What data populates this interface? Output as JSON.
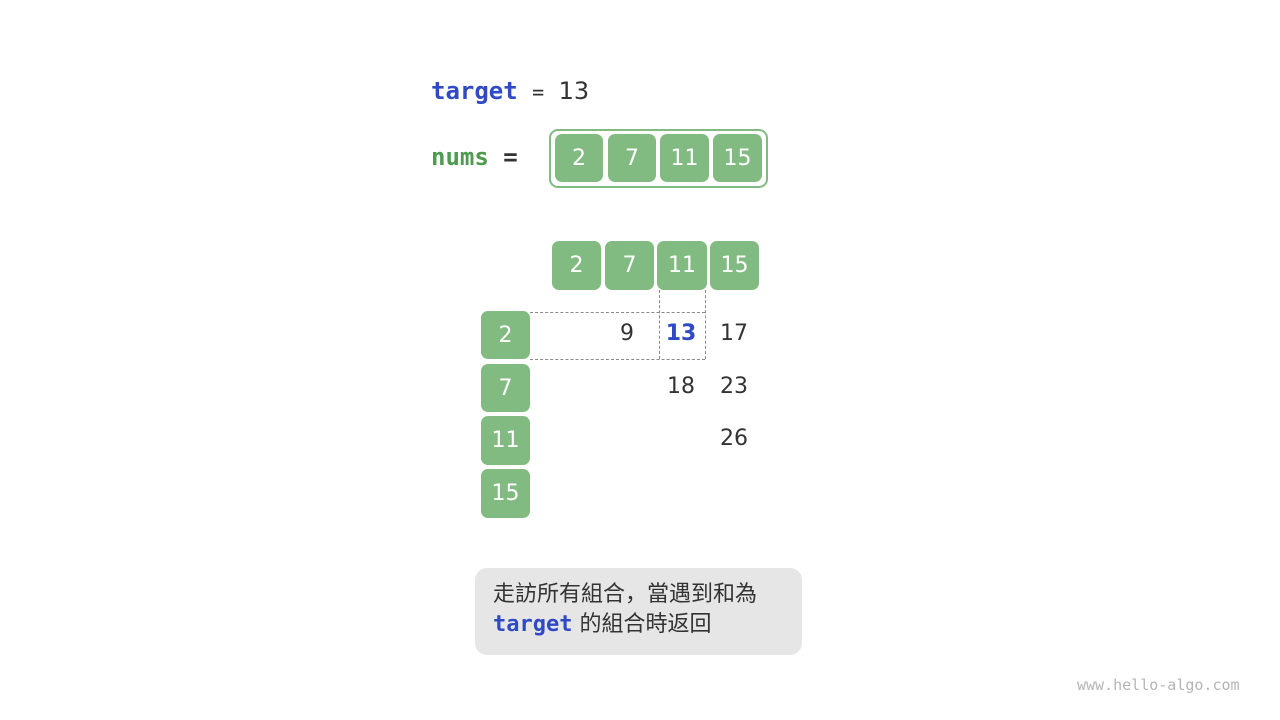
{
  "header": {
    "target_label": "target",
    "target_eq": "=",
    "target_value": "13",
    "nums_label": "nums",
    "nums_eq": "="
  },
  "nums": [
    "2",
    "7",
    "11",
    "15"
  ],
  "grid": {
    "col_headers": [
      "2",
      "7",
      "11",
      "15"
    ],
    "row_headers": [
      "2",
      "7",
      "11",
      "15"
    ],
    "cells": {
      "r0c1": "9",
      "r0c2": "13",
      "r0c3": "17",
      "r1c2": "18",
      "r1c3": "23",
      "r2c3": "26"
    },
    "highlight": {
      "row": 0,
      "col": 2,
      "color": "#2f4ac4"
    }
  },
  "caption": {
    "line1": "走訪所有組合，當遇到和為",
    "line2_keyword": "target",
    "line2_rest": " 的組合時返回"
  },
  "footer": {
    "watermark": "www.hello-algo.com"
  },
  "colors": {
    "box_fill": "#82bb82",
    "keyword_blue": "#2f4ac4",
    "keyword_green": "#4e9a4e",
    "caption_bg": "#e6e6e6"
  }
}
